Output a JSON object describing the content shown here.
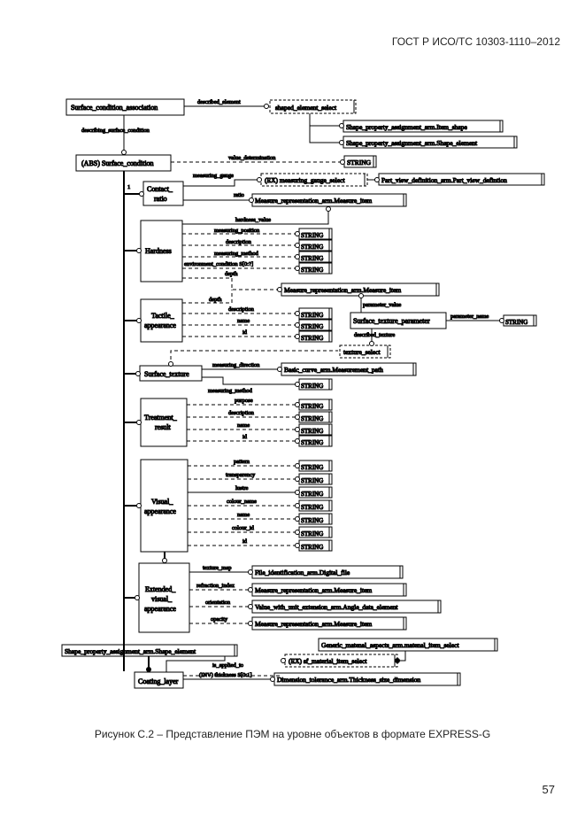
{
  "header": "ГОСТ Р ИСО/ТС 10303-1110–2012",
  "caption": "Рисунок С.2 – Представление ПЭМ на уровне объектов в формате EXPRESS-G",
  "page_number": "57",
  "diagram": {
    "entities": {
      "surface_condition_association": "Surface_condition_association",
      "surface_condition": "(ABS) Surface_condition",
      "contact_ratio": [
        "Contact_",
        "ratio"
      ],
      "hardness": "Hardness",
      "tactile_appearance": [
        "Tactile_",
        "appearance"
      ],
      "surface_texture": "Surface_texture",
      "surface_texture_parameter": "Surface_texture_parameter",
      "treatment_result": [
        "Treatment_",
        "result"
      ],
      "visual_appearance": [
        "Visual_",
        "appearance"
      ],
      "extended_visual_appearance": [
        "Extended_",
        "visual_",
        "appearance"
      ],
      "coating_layer": "Coating_layer",
      "shape_element_left": "Shape_property_assignment_arm.Shape_element",
      "item_shape": "Shape_property_assignment_arm.Item_shape",
      "shape_element": "Shape_property_assignment_arm.Shape_element",
      "part_view_definition": "Part_view_definition_arm.Part_view_defintion",
      "measure_item": "Measure_representation_arm.Measure_item",
      "basic_curve": "Basic_curve_arm.Measurement_path",
      "digital_file": "File_identification_arm.Digital_file",
      "angle_data": "Value_with_unit_extension_arm.Angle_data_element",
      "generic_material": "Generic_matenal_aspects_arm.matenal_item_select",
      "thickness_dimension": "Dimension_tolerance_arm.Thickness_size_dimension"
    },
    "selects": {
      "shaped_element_select": "shaped_element_select",
      "measuring_gauge_select": "(EX) measuring_gauge_select",
      "texture_select": "texture_select",
      "sf_material_item_select": "(EX) sf_material_item_select"
    },
    "string_type": "STRING",
    "count_label": "1",
    "attributes": {
      "described_element": "described_element",
      "describing_surface_condition": "describing_surface_condition",
      "value_determination": "value_determination",
      "measuring_gauge": "measuring_gauge",
      "ratio": "ratio",
      "hardness_value": "hardness_value",
      "measuring_position": "measuring_position",
      "description": "description",
      "measuring_method": "measuring_method",
      "environment_condition": "environment_condition S[0:?]",
      "depth": "depth",
      "name": "name",
      "id": "id",
      "parameter_value": "parameter_value",
      "parameter_name": "parameter_name",
      "described_texture": "described_texture",
      "measuring_direction": "measuring_direction",
      "purpose": "purpose",
      "pattern": "pattern",
      "transparency": "transparency",
      "lustre": "lustre",
      "colour_name": "colour_name",
      "colour_id": "colour_id",
      "texture_map": "texture_map",
      "refraction_index": "refraction_index",
      "orientation": "orientation",
      "opacity": "opacity",
      "is_applied_to": "is_applied_to",
      "inv_thickness": "(INV) thickness S[0:1]"
    }
  }
}
